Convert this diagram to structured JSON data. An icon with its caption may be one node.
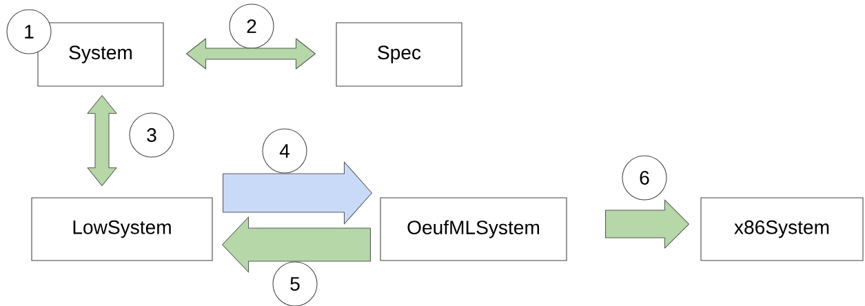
{
  "diagram": {
    "nodes": [
      {
        "text": [
          "1"
        ]
      },
      {
        "text": [
          "System"
        ]
      },
      {
        "text": [
          "Spec"
        ]
      },
      {
        "text": [
          "LowSystem"
        ]
      },
      {
        "text": [
          "OeufMLSystem"
        ]
      },
      {
        "text": [
          "x86System"
        ]
      },
      {
        "text": [
          "2"
        ]
      },
      {
        "text": [
          "3"
        ]
      },
      {
        "text": [
          "4"
        ]
      },
      {
        "text": [
          "5"
        ]
      },
      {
        "text": [
          "6"
        ]
      }
    ],
    "edges": [
      {
        "from": 1,
        "to": 2,
        "arrow": "both"
      },
      {
        "from": 1,
        "to": 3,
        "arrow": "both"
      },
      {
        "from": 3,
        "to": 4,
        "arrow": "to",
        "color": "#c9daf8"
      },
      {
        "from": 4,
        "to": 3,
        "arrow": "to"
      },
      {
        "from": 4,
        "to": 5,
        "arrow": "to"
      }
    ]
  }
}
